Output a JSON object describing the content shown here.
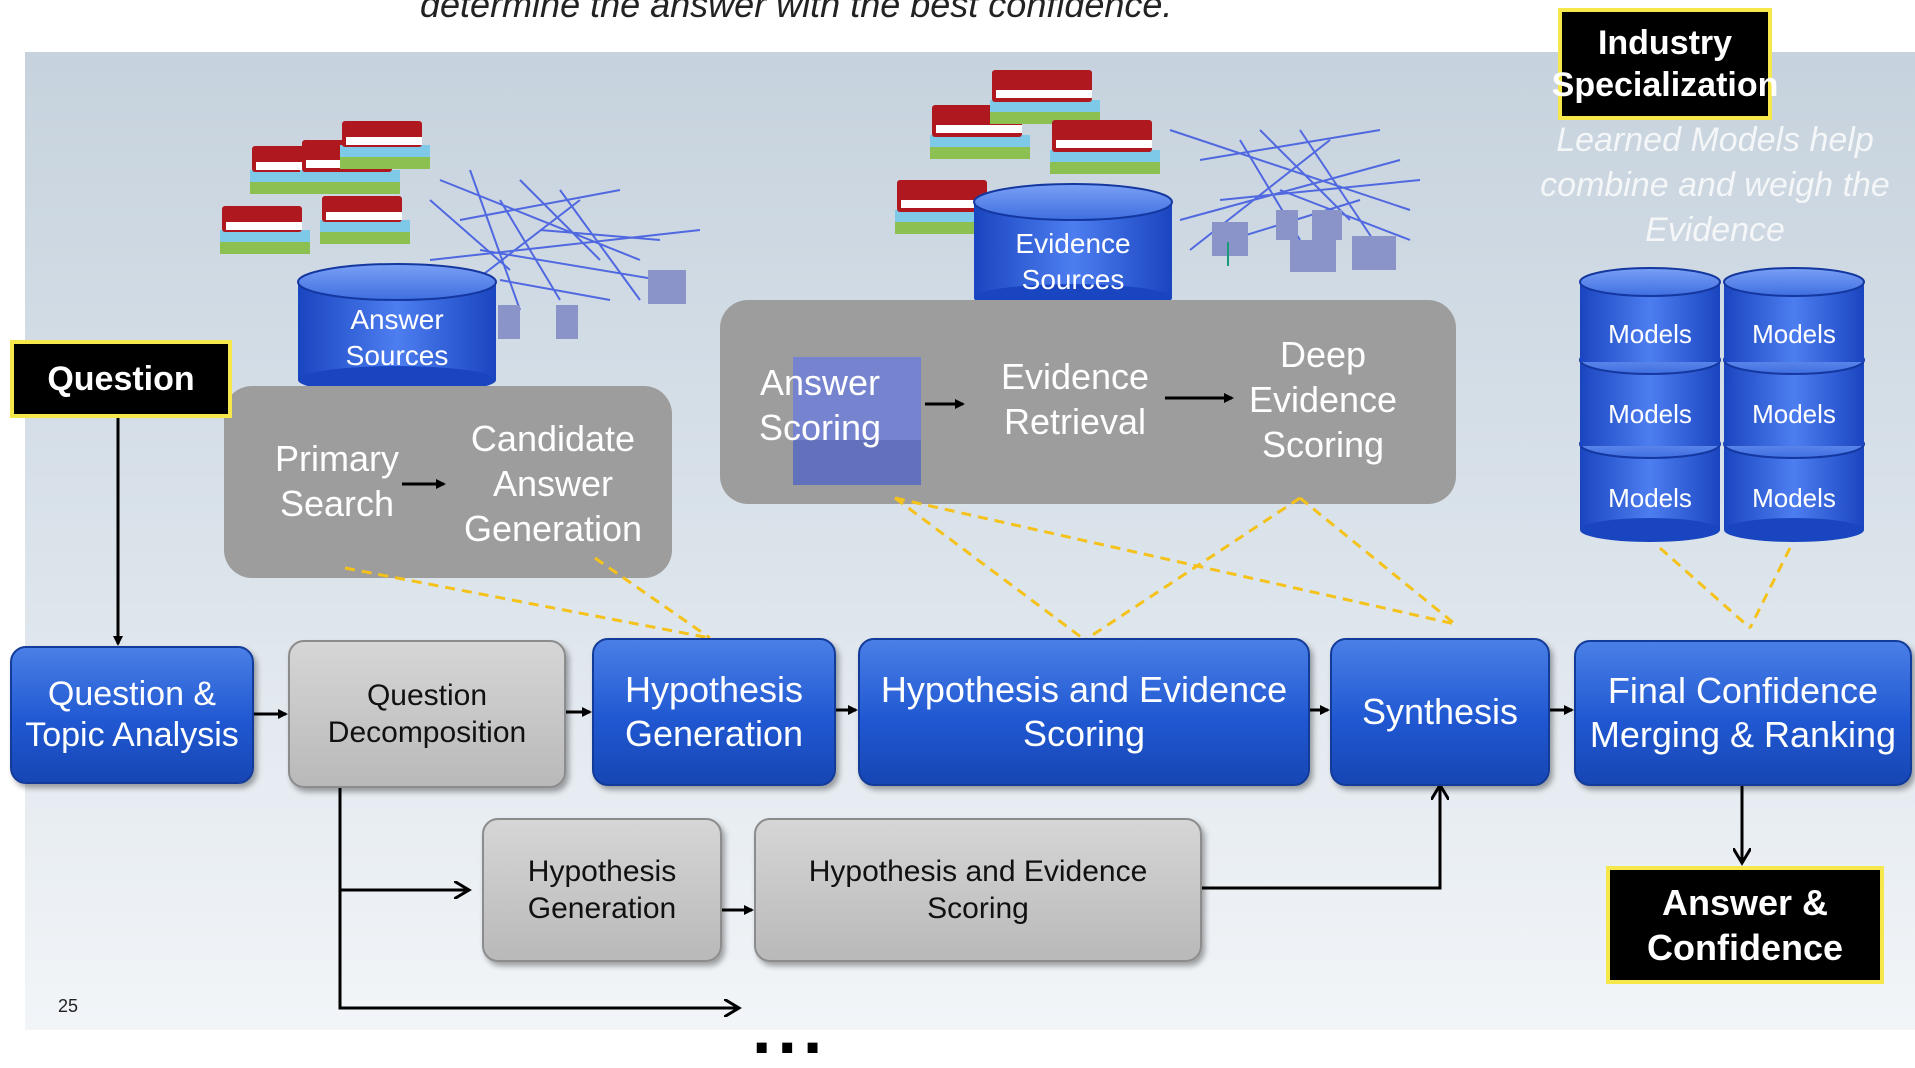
{
  "tagline": "determine the answer with the best confidence.",
  "question_box": "Question",
  "industry_box": "Industry Specialization",
  "learned_models": "Learned Models help combine and weigh the Evidence",
  "answer_sources": "Answer Sources",
  "evidence_sources": "Evidence Sources",
  "models_label": "Models",
  "primary_search": "Primary Search",
  "candidate_answer_generation": "Candidate Answer Generation",
  "answer_scoring": "Answer Scoring",
  "evidence_retrieval": "Evidence Retrieval",
  "deep_evidence_scoring": "Deep Evidence Scoring",
  "steps": {
    "question_topic_analysis": "Question & Topic Analysis",
    "question_decomposition": "Question Decomposition",
    "hypothesis_generation": "Hypothesis Generation",
    "hypothesis_evidence_scoring": "Hypothesis and Evidence  Scoring",
    "synthesis": "Synthesis",
    "final_confidence": "Final Confidence Merging & Ranking"
  },
  "branch": {
    "hypothesis_generation": "Hypothesis Generation",
    "hypothesis_evidence_scoring": "Hypothesis and Evidence Scoring"
  },
  "answer_confidence": "Answer & Confidence",
  "page_number": "25",
  "ellipsis": "...",
  "colors": {
    "blue": "#2058d2",
    "gray": "#b9b9b9",
    "highlight": "#f6e84a",
    "dashed": "#f4c21a"
  }
}
